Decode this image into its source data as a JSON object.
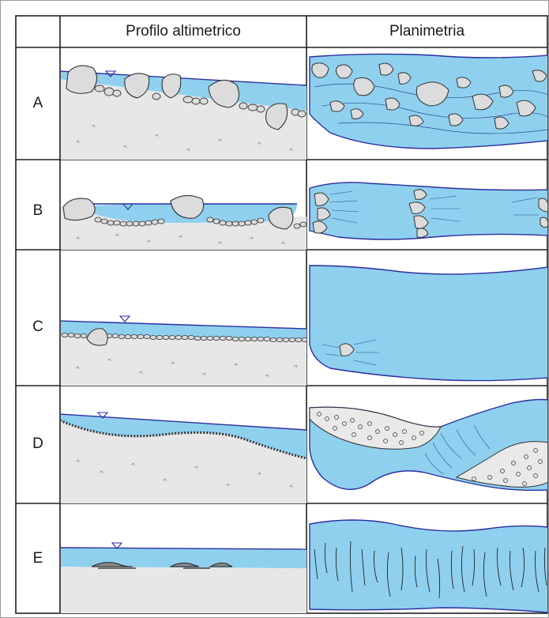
{
  "headers": {
    "profile": "Profilo altimetrico",
    "plan": "Planimetria"
  },
  "rows": [
    {
      "label": "A"
    },
    {
      "label": "B"
    },
    {
      "label": "C"
    },
    {
      "label": "D"
    },
    {
      "label": "E"
    }
  ],
  "colors": {
    "water": "#8fd0ef",
    "water_stroke": "#2a2f9e",
    "sediment": "#e7e7e7",
    "stone": "#dcdcdc",
    "grid": "#202020"
  }
}
